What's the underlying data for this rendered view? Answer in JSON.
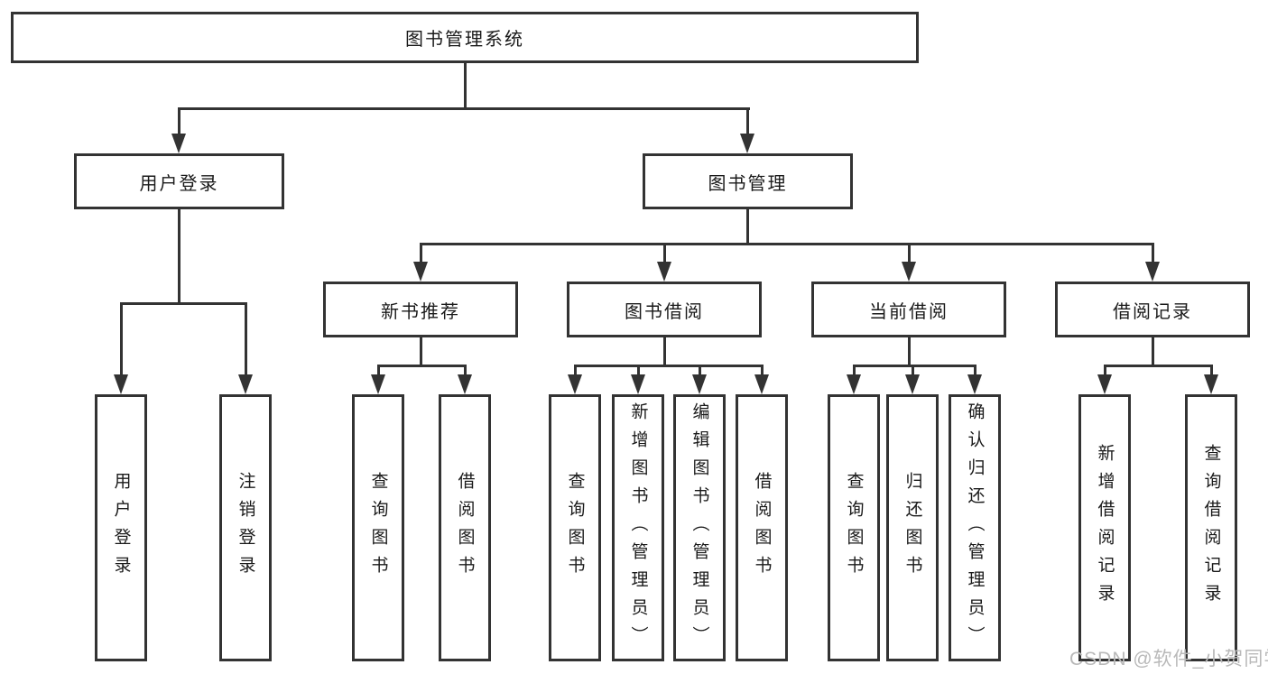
{
  "nodes": {
    "root": "图书管理系统",
    "user_login": "用户登录",
    "book_mgmt": "图书管理",
    "new_book_rec": "新书推荐",
    "book_borrow": "图书借阅",
    "current_borrow": "当前借阅",
    "borrow_records": "借阅记录",
    "leaf_user_login": "用户登录",
    "leaf_logout": "注销登录",
    "leaf_nb_query": "查询图书",
    "leaf_nb_borrow": "借阅图书",
    "leaf_bb_query": "查询图书",
    "leaf_bb_add": "新增图书（管理员）",
    "leaf_bb_edit": "编辑图书（管理员）",
    "leaf_bb_borrow": "借阅图书",
    "leaf_cb_query": "查询图书",
    "leaf_cb_return": "归还图书",
    "leaf_cb_confirm": "确认归还（管理员）",
    "leaf_br_add": "新增借阅记录",
    "leaf_br_query": "查询借阅记录"
  },
  "watermark": "CSDN @软件_小贺同学",
  "colors": {
    "line": "#333333",
    "text": "#1a1a1a",
    "watermark": "#b9b9b9",
    "background": "#ffffff"
  }
}
